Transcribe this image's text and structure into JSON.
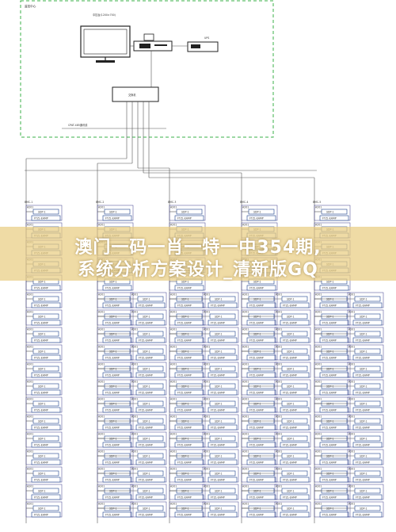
{
  "control_room": {
    "title": "监控中心",
    "subtitle": "中控台(1200×700)",
    "router_label": "交换机",
    "ups_label": "UPS",
    "bus_label": "CPAT-485通讯线"
  },
  "columns": [
    {
      "header": "BMC-1"
    },
    {
      "header": "BMC-2"
    },
    {
      "header": "BMC-3"
    },
    {
      "header": "BMC-4"
    },
    {
      "header": "BMC-5"
    }
  ],
  "device": {
    "upper_label": "SDP-1",
    "lower_label": "FTZL-EAMP"
  },
  "room_prefix": "A201",
  "watermark": {
    "line1": "澳门一码一肖一特一中354期,",
    "line2": "系统分析方案设计_清新版GQ"
  }
}
